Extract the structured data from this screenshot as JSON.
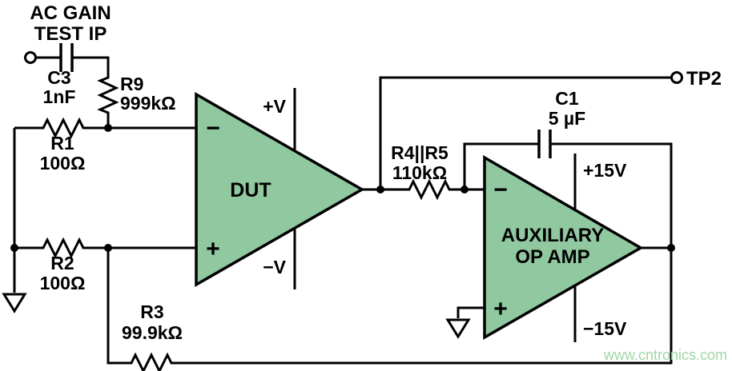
{
  "schematic": {
    "input_label_line1": "AC GAIN",
    "input_label_line2": "TEST IP",
    "tp2_label": "TP2",
    "watermark": "www.cntronics.com"
  },
  "components": {
    "c3": {
      "ref": "C3",
      "value": "1nF"
    },
    "r9": {
      "ref": "R9",
      "value": "999kΩ"
    },
    "r1": {
      "ref": "R1",
      "value": "100Ω"
    },
    "r2": {
      "ref": "R2",
      "value": "100Ω"
    },
    "r3": {
      "ref": "R3",
      "value": "99.9kΩ"
    },
    "r4r5": {
      "ref": "R4||R5",
      "value": "110kΩ"
    },
    "c1": {
      "ref": "C1",
      "value": "5 µF"
    }
  },
  "dut_opamp": {
    "label": "DUT",
    "inverting_sign": "−",
    "noninverting_sign": "+",
    "supply_pos": "+V",
    "supply_neg": "−V"
  },
  "aux_opamp": {
    "label_line1": "AUXILIARY",
    "label_line2": "OP AMP",
    "inverting_sign": "−",
    "noninverting_sign": "+",
    "supply_pos": "+15V",
    "supply_neg": "−15V"
  },
  "colors": {
    "opamp_fill": "#90c8a0",
    "wire_stroke": "#000000",
    "watermark_text": "#9fd6a6"
  }
}
